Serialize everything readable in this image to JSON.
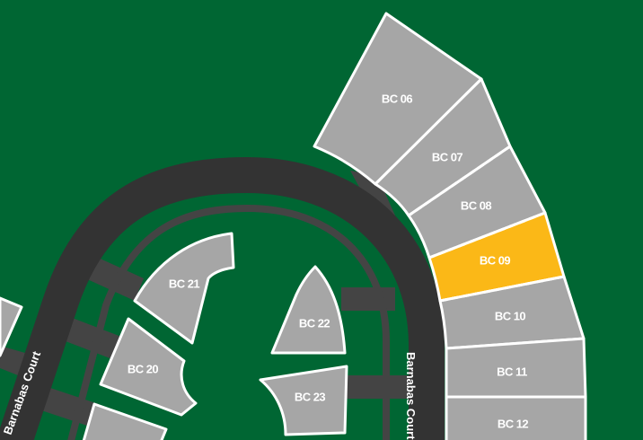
{
  "map": {
    "colors": {
      "background": "#006633",
      "lot": "#a6a6a6",
      "selected_lot": "#fbb817",
      "road": "#333333",
      "driveway": "#444444"
    },
    "street_labels": [
      "Barnabas Court",
      "Barnabas Court"
    ],
    "selected_lot": "BC 09",
    "lots": [
      {
        "id": "BC 06",
        "status": "available"
      },
      {
        "id": "BC 07",
        "status": "available"
      },
      {
        "id": "BC 08",
        "status": "available"
      },
      {
        "id": "BC 09",
        "status": "selected"
      },
      {
        "id": "BC 10",
        "status": "available"
      },
      {
        "id": "BC 11",
        "status": "available"
      },
      {
        "id": "BC 12",
        "status": "available"
      },
      {
        "id": "BC 20",
        "status": "available"
      },
      {
        "id": "BC 21",
        "status": "available"
      },
      {
        "id": "BC 22",
        "status": "available"
      },
      {
        "id": "BC 23",
        "status": "available"
      }
    ]
  }
}
